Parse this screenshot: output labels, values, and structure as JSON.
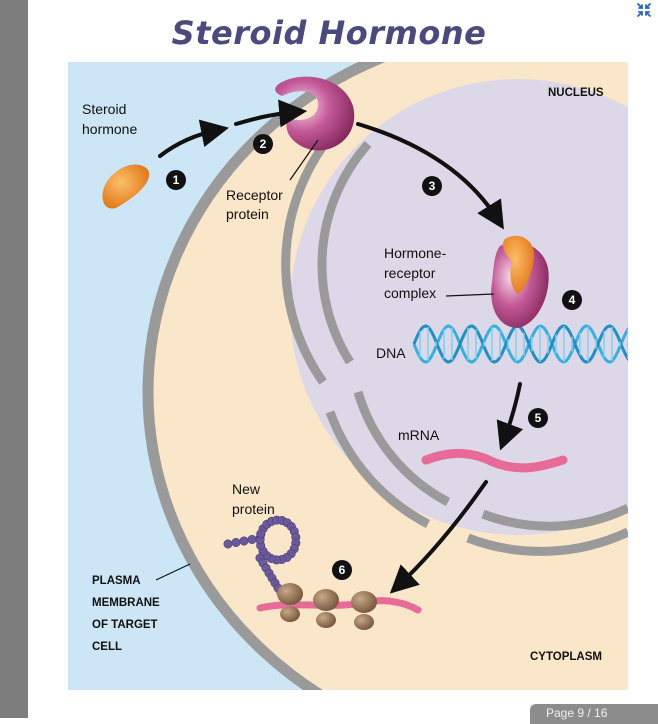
{
  "slide": {
    "title": "Steroid Hormone",
    "page_indicator": "Page 9 / 16"
  },
  "diagram": {
    "labels": {
      "steroid_hormone_line1": "Steroid",
      "steroid_hormone_line2": "hormone",
      "receptor_protein_line1": "Receptor",
      "receptor_protein_line2": "protein",
      "nucleus": "NUCLEUS",
      "complex_line1": "Hormone-",
      "complex_line2": "receptor",
      "complex_line3": "complex",
      "dna": "DNA",
      "mrna": "mRNA",
      "new_protein_line1": "New",
      "new_protein_line2": "protein",
      "membrane_line1": "PLASMA",
      "membrane_line2": "MEMBRANE",
      "membrane_line3": "OF TARGET",
      "membrane_line4": "CELL",
      "cytoplasm": "CYTOPLASM"
    },
    "steps": [
      "1",
      "2",
      "3",
      "4",
      "5",
      "6"
    ],
    "colors": {
      "extracellular": "#cde6f5",
      "cytoplasm": "#fae6c8",
      "nucleus": "#ddd8e8",
      "membrane": "#9a9a9a",
      "hormone": "#f08a1e",
      "receptor": "#b0357a",
      "dna": "#35b0e0",
      "mrna": "#e86a96",
      "protein": "#6a5a9a",
      "ribosome": "#8a6a4a"
    },
    "icons": {
      "collapse": "collapse-arrows-icon"
    }
  }
}
